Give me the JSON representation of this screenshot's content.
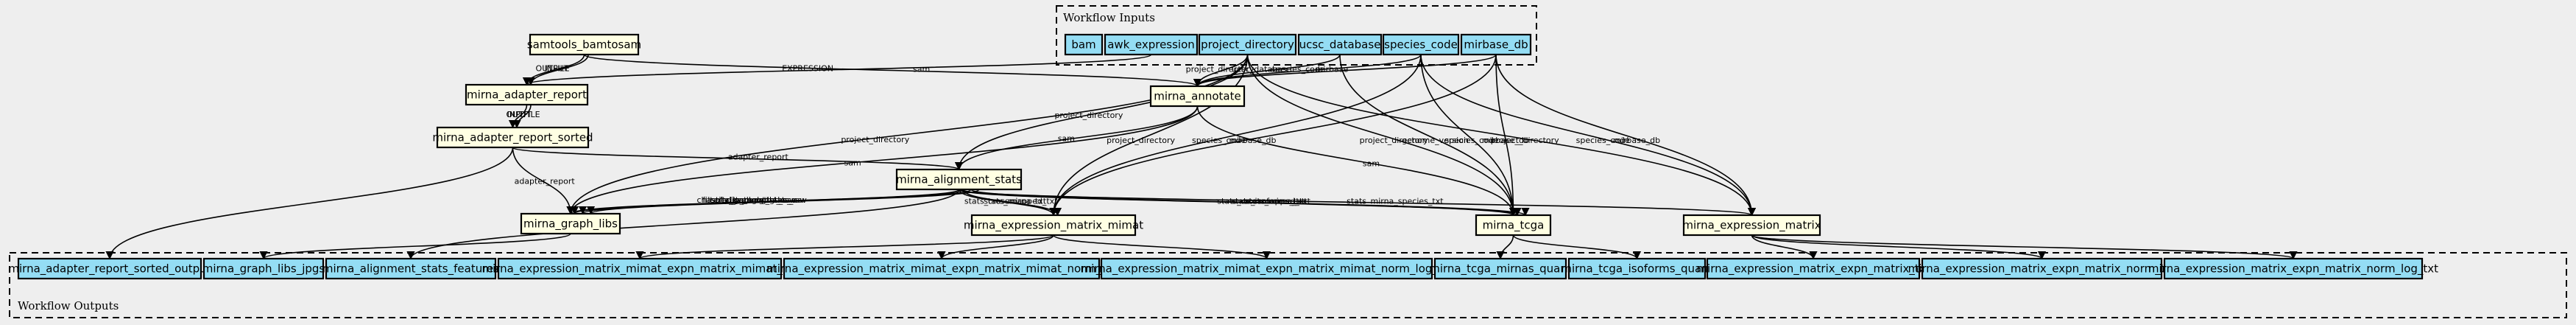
{
  "colors": {
    "background": "#eeeeee",
    "input_fill": "#94ddf4",
    "step_fill": "#ffffe3",
    "output_fill": "#94ddf4",
    "stroke": "#000000"
  },
  "clusters": {
    "inputs": {
      "label": "Workflow Inputs"
    },
    "outputs": {
      "label": "Workflow Outputs"
    }
  },
  "inputs": [
    {
      "id": "bam",
      "label": "bam"
    },
    {
      "id": "awk_expression",
      "label": "awk_expression"
    },
    {
      "id": "project_directory",
      "label": "project_directory"
    },
    {
      "id": "ucsc_database",
      "label": "ucsc_database"
    },
    {
      "id": "species_code",
      "label": "species_code"
    },
    {
      "id": "mirbase_db",
      "label": "mirbase_db"
    }
  ],
  "steps": [
    {
      "id": "samtools_bamtosam",
      "label": "samtools_bamtosam"
    },
    {
      "id": "mirna_adapter_report",
      "label": "mirna_adapter_report"
    },
    {
      "id": "mirna_adapter_report_sorted",
      "label": "mirna_adapter_report_sorted"
    },
    {
      "id": "mirna_annotate",
      "label": "mirna_annotate"
    },
    {
      "id": "mirna_alignment_stats",
      "label": "mirna_alignment_stats"
    },
    {
      "id": "mirna_graph_libs",
      "label": "mirna_graph_libs"
    },
    {
      "id": "mirna_expression_matrix_mimat",
      "label": "mirna_expression_matrix_mimat"
    },
    {
      "id": "mirna_tcga",
      "label": "mirna_tcga"
    },
    {
      "id": "mirna_expression_matrix",
      "label": "mirna_expression_matrix"
    }
  ],
  "outputs": [
    {
      "id": "out_adapter_report_sorted",
      "label": "mirna_adapter_report_sorted_output"
    },
    {
      "id": "out_graph_libs",
      "label": "mirna_graph_libs_jpgs"
    },
    {
      "id": "out_alignment_stats",
      "label": "mirna_alignment_stats_features"
    },
    {
      "id": "out_mimat_txt",
      "label": "mirna_expression_matrix_mimat_expn_matrix_mimat_txt"
    },
    {
      "id": "out_mimat_norm",
      "label": "mirna_expression_matrix_mimat_expn_matrix_mimat_norm_txt"
    },
    {
      "id": "out_mimat_norm_log",
      "label": "mirna_expression_matrix_mimat_expn_matrix_mimat_norm_log_txt"
    },
    {
      "id": "out_tcga_mirnas",
      "label": "mirna_tcga_mirnas_quant"
    },
    {
      "id": "out_tcga_isoforms",
      "label": "mirna_tcga_isoforms_quant"
    },
    {
      "id": "out_matrix_txt",
      "label": "mirna_expression_matrix_expn_matrix_txt"
    },
    {
      "id": "out_matrix_norm",
      "label": "mirna_expression_matrix_expn_matrix_norm_txt"
    },
    {
      "id": "out_matrix_norm_log",
      "label": "mirna_expression_matrix_expn_matrix_norm_log_txt"
    }
  ],
  "edges": [
    {
      "from": "samtools_bamtosam",
      "to": "mirna_adapter_report",
      "label": "OUTFILE"
    },
    {
      "from": "samtools_bamtosam",
      "to": "mirna_adapter_report",
      "label": "INPUT"
    },
    {
      "from": "awk_expression",
      "to": "mirna_adapter_report",
      "label": "EXPRESSION"
    },
    {
      "from": "mirna_adapter_report",
      "to": "mirna_adapter_report_sorted",
      "label": "INPUT"
    },
    {
      "from": "mirna_adapter_report",
      "to": "mirna_adapter_report_sorted",
      "label": "OUTFILE"
    },
    {
      "from": "samtools_bamtosam",
      "to": "mirna_annotate",
      "label": "sam"
    },
    {
      "from": "project_directory",
      "to": "mirna_annotate",
      "label": "project_directory"
    },
    {
      "from": "ucsc_database",
      "to": "mirna_annotate",
      "label": "ucsc_database"
    },
    {
      "from": "species_code",
      "to": "mirna_annotate",
      "label": "species_code"
    },
    {
      "from": "mirbase_db",
      "to": "mirna_annotate",
      "label": "mirbase"
    },
    {
      "from": "project_directory",
      "to": "mirna_alignment_stats",
      "label": "project_directory"
    },
    {
      "from": "mirna_annotate",
      "to": "mirna_alignment_stats",
      "label": "sam"
    },
    {
      "from": "mirna_adapter_report_sorted",
      "to": "mirna_alignment_stats",
      "label": "adapter_report"
    },
    {
      "from": "mirna_adapter_report_sorted",
      "to": "mirna_graph_libs",
      "label": "adapter_report"
    },
    {
      "from": "mirna_annotate",
      "to": "mirna_graph_libs",
      "label": "sam"
    },
    {
      "from": "project_directory",
      "to": "mirna_graph_libs",
      "label": "project_directory"
    },
    {
      "from": "mirna_alignment_stats",
      "to": "mirna_graph_libs",
      "label": "chastity_taglengths_csv"
    },
    {
      "from": "mirna_alignment_stats",
      "to": "mirna_graph_libs",
      "label": "filtered_taglengths_csv"
    },
    {
      "from": "mirna_alignment_stats",
      "to": "mirna_graph_libs",
      "label": "softclip_taglengths_csv"
    },
    {
      "from": "mirna_alignment_stats",
      "to": "mirna_graph_libs",
      "label": "alignment_stats_csv"
    },
    {
      "from": "mirna_alignment_stats",
      "to": "mirna_expression_matrix_mimat",
      "label": "stats_crossmapped_txt"
    },
    {
      "from": "mirna_alignment_stats",
      "to": "mirna_expression_matrix_mimat",
      "label": "stats_mirna_txt"
    },
    {
      "from": "project_directory",
      "to": "mirna_expression_matrix_mimat",
      "label": "project_directory"
    },
    {
      "from": "mirbase_db",
      "to": "mirna_expression_matrix_mimat",
      "label": "mirbase_db"
    },
    {
      "from": "mirna_annotate",
      "to": "mirna_tcga",
      "label": "sam"
    },
    {
      "from": "mirna_alignment_stats",
      "to": "mirna_tcga",
      "label": "stats_crossmapped_txt"
    },
    {
      "from": "mirna_alignment_stats",
      "to": "mirna_tcga",
      "label": "stats_isoforms_txt"
    },
    {
      "from": "mirna_alignment_stats",
      "to": "mirna_tcga",
      "label": "stats_mirna_txt"
    },
    {
      "from": "project_directory",
      "to": "mirna_tcga",
      "label": "project_directory"
    },
    {
      "from": "ucsc_database",
      "to": "mirna_tcga",
      "label": "genome_version"
    },
    {
      "from": "species_code",
      "to": "mirna_tcga",
      "label": "species_code"
    },
    {
      "from": "mirbase_db",
      "to": "mirna_tcga",
      "label": "mirbase_db"
    },
    {
      "from": "mirna_alignment_stats",
      "to": "mirna_expression_matrix",
      "label": "stats_mirna_species_txt"
    },
    {
      "from": "project_directory",
      "to": "mirna_expression_matrix",
      "label": "project_directory"
    },
    {
      "from": "species_code",
      "to": "mirna_expression_matrix",
      "label": "species_code"
    },
    {
      "from": "mirbase_db",
      "to": "mirna_expression_matrix",
      "label": "mirbase_db"
    },
    {
      "from": "species_code",
      "to": "mirna_expression_matrix_mimat",
      "label": "species_code"
    },
    {
      "from": "mirna_adapter_report_sorted",
      "to": "out_adapter_report_sorted",
      "label": ""
    },
    {
      "from": "mirna_graph_libs",
      "to": "out_graph_libs",
      "label": ""
    },
    {
      "from": "mirna_alignment_stats",
      "to": "out_alignment_stats",
      "label": ""
    },
    {
      "from": "mirna_expression_matrix_mimat",
      "to": "out_mimat_txt",
      "label": ""
    },
    {
      "from": "mirna_expression_matrix_mimat",
      "to": "out_mimat_norm",
      "label": ""
    },
    {
      "from": "mirna_expression_matrix_mimat",
      "to": "out_mimat_norm_log",
      "label": ""
    },
    {
      "from": "mirna_tcga",
      "to": "out_tcga_mirnas",
      "label": ""
    },
    {
      "from": "mirna_tcga",
      "to": "out_tcga_isoforms",
      "label": ""
    },
    {
      "from": "mirna_expression_matrix",
      "to": "out_matrix_txt",
      "label": ""
    },
    {
      "from": "mirna_expression_matrix",
      "to": "out_matrix_norm",
      "label": ""
    },
    {
      "from": "mirna_expression_matrix",
      "to": "out_matrix_norm_log",
      "label": ""
    }
  ]
}
